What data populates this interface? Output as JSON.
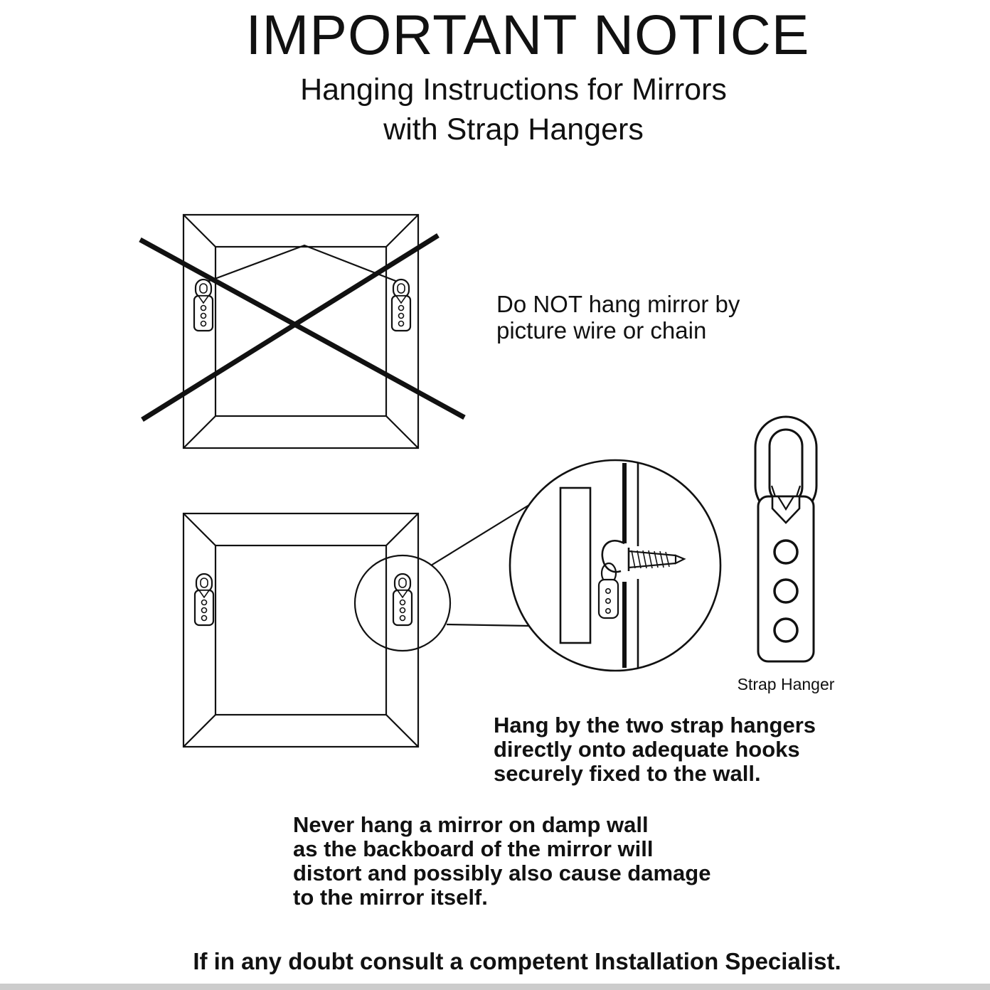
{
  "header": {
    "title": "IMPORTANT NOTICE",
    "subtitle_line1": "Hanging Instructions for Mirrors",
    "subtitle_line2": "with Strap Hangers"
  },
  "do_not_note": {
    "line1": "Do NOT hang mirror by",
    "line2": "picture wire or chain"
  },
  "hang_note": {
    "line1": "Hang by the two strap hangers",
    "line2": "directly onto adequate hooks",
    "line3": "securely fixed to the wall."
  },
  "damp_note": {
    "line1": "Never hang a mirror on damp wall",
    "line2": "as the backboard of the mirror will",
    "line3": "distort and possibly also cause damage",
    "line4": "to the mirror itself."
  },
  "labels": {
    "strap_hanger": "Strap Hanger"
  },
  "footer": {
    "text": "If in any doubt consult a competent Installation Specialist."
  },
  "diagram_icons": {
    "crossed_mirror": "mirror-back-with-wire-crossed-out-icon",
    "mirror_with_hangers": "mirror-back-with-strap-hangers-icon",
    "hook_detail": "wall-hook-screw-detail-icon",
    "strap_hanger_detail": "strap-hanger-icon"
  },
  "colors": {
    "ink": "#111111",
    "background": "#ffffff",
    "bottom_bar": "#cccccc"
  }
}
